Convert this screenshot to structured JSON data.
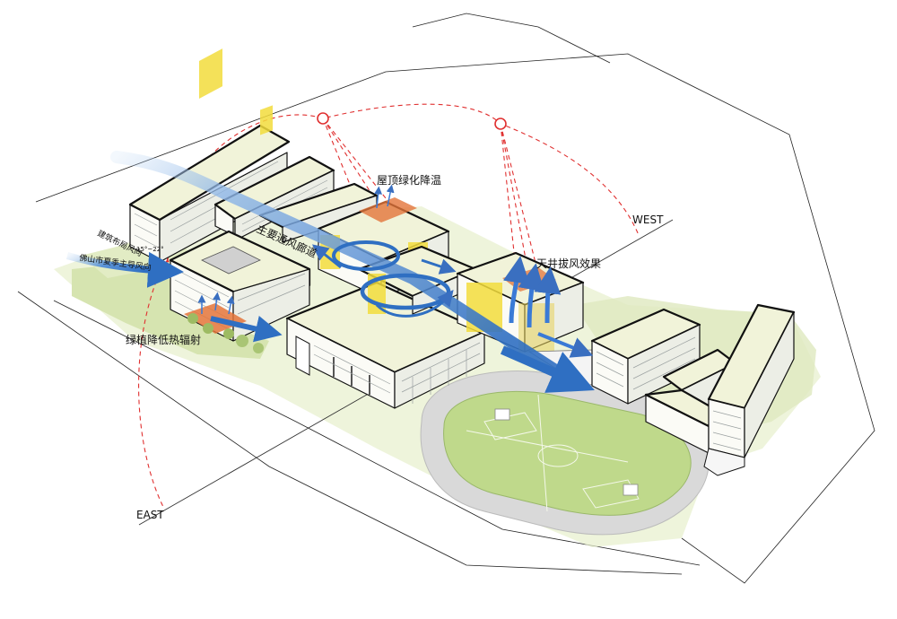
{
  "labels": {
    "roof_greening": "屋顶绿化降温",
    "main_wind_corridor": "主要通风廊道",
    "building_layout_wind": "建筑布局风向",
    "angle_range": "15°~22°",
    "foshan_wind": "佛山市夏季主导风向",
    "courtyard_effect": "天井拔风效果",
    "greening_heat": "绿植降低热辐射",
    "west": "WEST",
    "east": "EAST"
  },
  "colors": {
    "wind_arrow": "#2f6fc2",
    "wind_light": "#8fb7e8",
    "sun_path": "#e03030",
    "roof_green": "#f1f3d9",
    "ground_green": "#dce8b4",
    "accent_yellow": "#f2dc3c",
    "heat_orange": "#e4743a"
  }
}
